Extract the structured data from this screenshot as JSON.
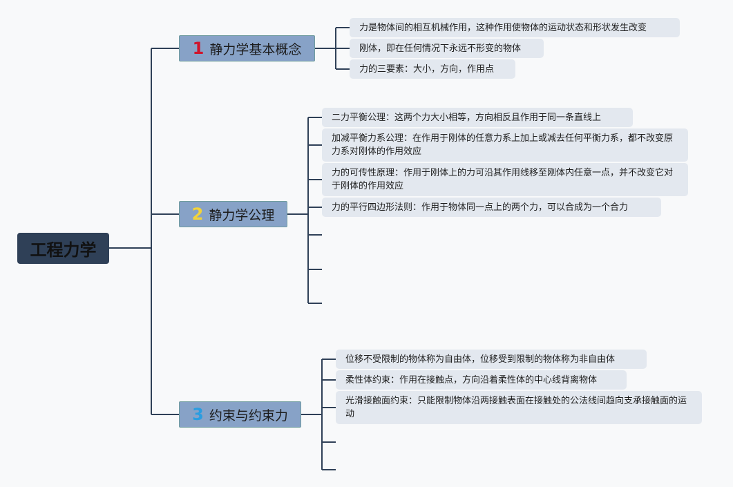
{
  "root": {
    "label": "工程力学"
  },
  "colors": {
    "root_bg": "#2f4057",
    "branch_bg": "#87a2c7",
    "leaf_bg": "#e3e8ef",
    "line": "#2f4057",
    "num1": "#d0142b",
    "num2": "#f2d33a",
    "num3": "#2a9de0"
  },
  "branches": [
    {
      "num": "1",
      "label": "静力学基本概念",
      "children": [
        "力是物体间的相互机械作用，这种作用使物体的运动状态和形状发生改变",
        "刚体，即在任何情况下永远不形变的物体",
        "力的三要素：大小，方向，作用点"
      ]
    },
    {
      "num": "2",
      "label": "静力学公理",
      "children": [
        "二力平衡公理：这两个力大小相等，方向相反且作用于同一条直线上",
        "加减平衡力系公理：在作用于刚体的任意力系上加上或减去任何平衡力系，都不改变原力系对刚体的作用效应",
        "力的可传性原理：作用于刚体上的力可沿其作用线移至刚体内任意一点，并不改变它对于刚体的作用效应",
        "力的平行四边形法则：作用于物体同一点上的两个力，可以合成为一个合力"
      ]
    },
    {
      "num": "3",
      "label": "约束与约束力",
      "children": [
        "位移不受限制的物体称为自由体，位移受到限制的物体称为非自由体",
        "柔性体约束：作用在接触点，方向沿着柔性体的中心线背离物体",
        "光滑接触面约束：只能限制物体沿两接触表面在接触处的公法线间趋向支承接触面的运动"
      ]
    }
  ]
}
